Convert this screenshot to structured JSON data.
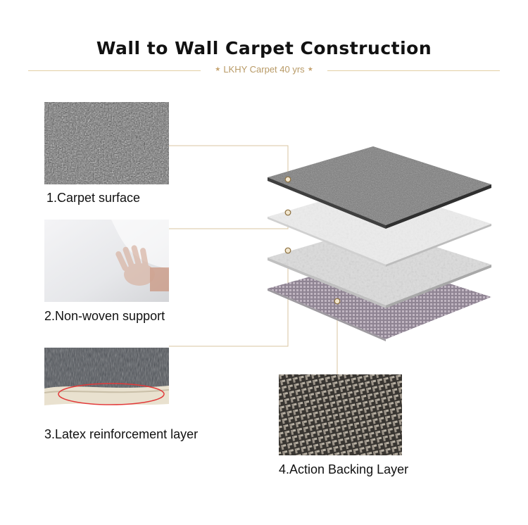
{
  "title": "Wall to Wall Carpet Construction",
  "subtitle": "LKHY Carpet 40 yrs",
  "layers": [
    {
      "label": "1.Carpet surface"
    },
    {
      "label": "2.Non-woven support"
    },
    {
      "label": "3.Latex reinforcement layer"
    },
    {
      "label": "4.Action Backing Layer"
    }
  ],
  "colors": {
    "connector": "#d9c5a0",
    "accent": "#b89a66",
    "marker_dot": "#a88a4f",
    "highlight_ellipse": "#e23a3a"
  },
  "icons": {
    "star": "★"
  }
}
